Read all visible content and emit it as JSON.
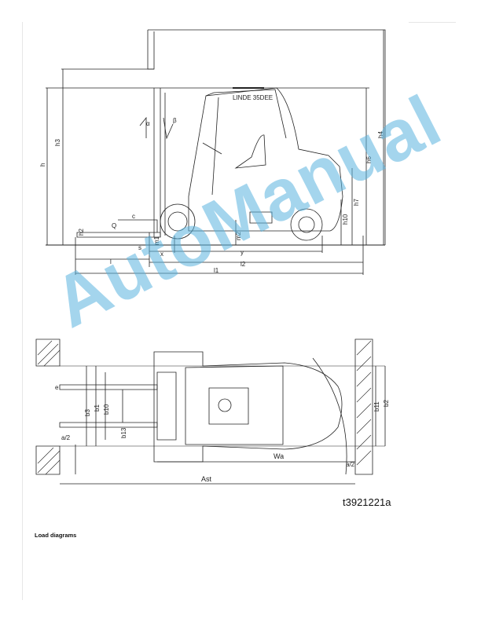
{
  "side_view": {
    "labels": {
      "h4": "h4",
      "h3": "h3",
      "h": "h",
      "h6": "h6",
      "h7": "h7",
      "h10": "h10",
      "h2": "h2",
      "m1": "m1",
      "m2": "m2",
      "s": "s",
      "alpha": "α",
      "beta": "β",
      "c": "c",
      "l": "l",
      "x": "x",
      "y": "y",
      "l1": "l1",
      "l2": "l2",
      "q": "Q"
    },
    "cab_plate": "LINDE 35DEE"
  },
  "top_view": {
    "labels": {
      "b3": "b3",
      "b1": "b1",
      "b10": "b10",
      "b13": "b13",
      "b11": "b11",
      "b2": "b2",
      "a_half_left": "a/2",
      "a_half_right": "a/2",
      "wa": "Wa",
      "ast": "Ast",
      "e": "e"
    }
  },
  "figure_id": "t3921221a",
  "section_title": "Load diagrams",
  "watermark": "AutoManual"
}
